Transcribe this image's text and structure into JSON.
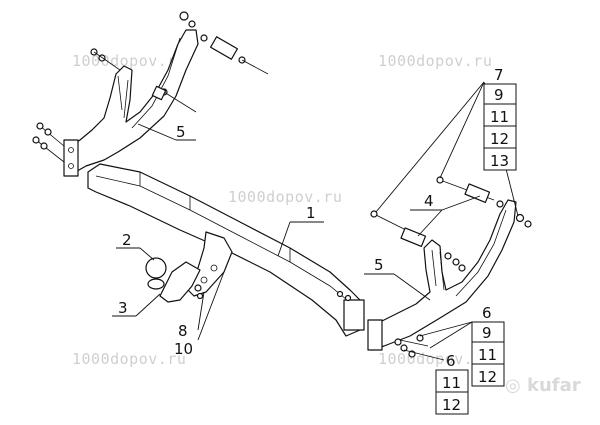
{
  "watermark": {
    "text": "1000dopov.ru"
  },
  "brand": {
    "kufar": "kufar"
  },
  "callouts": {
    "main_beam": "1",
    "tow_ball": "2",
    "ball_mount": "3",
    "spacer": "4",
    "bracket_left": "5",
    "bracket_right": "5",
    "fastener_a": "8",
    "fastener_b": "10"
  },
  "stack_top": [
    "7",
    "9",
    "11",
    "12",
    "13"
  ],
  "stack_bottom_right": [
    "6",
    "9",
    "11",
    "12"
  ],
  "stack_bottom_left": [
    "6",
    "11",
    "12"
  ]
}
